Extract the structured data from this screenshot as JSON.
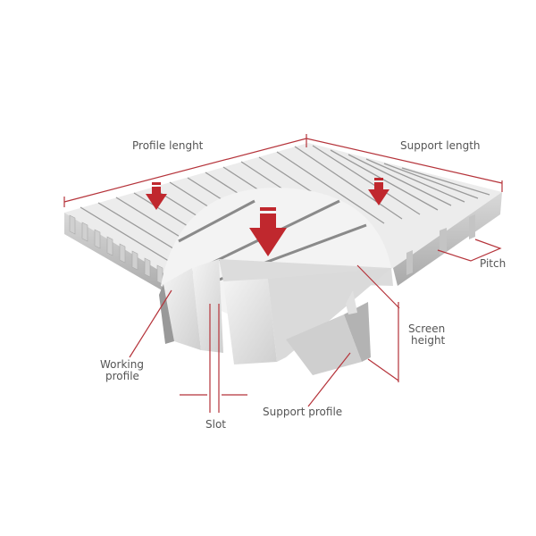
{
  "diagram": {
    "labels": {
      "profile_length": "Profile lenght",
      "support_length": "Support length",
      "pitch": "Pitch",
      "screen_height_1": "Screen",
      "screen_height_2": "height",
      "working_profile_1": "Working",
      "working_profile_2": "profile",
      "slot": "Slot",
      "support_profile": "Support profile"
    },
    "colors": {
      "accent": "#c0282e",
      "dimension": "#b5333a",
      "surface": "#e9e9e9",
      "shadow": "#b8b8b8"
    }
  }
}
